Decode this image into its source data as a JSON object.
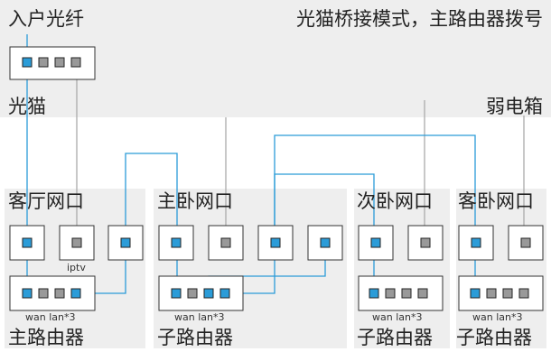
{
  "texts": {
    "fiber_in": "入户光纤",
    "title": "光猫桥接模式，主路由器拨号",
    "modem": "光猫",
    "weak_box": "弱电箱",
    "living_port": "客厅网口",
    "master_port": "主卧网口",
    "second_port": "次卧网口",
    "guest_port": "客卧网口",
    "iptv": "iptv",
    "wanlan": "wan lan*3",
    "main_router": "主路由器",
    "sub_router": "子路由器"
  },
  "colors": {
    "blue": "#2b9cd8",
    "gray_cable": "#aaaaaa",
    "panel": "#eeeeee",
    "port_gray": "#999999"
  }
}
